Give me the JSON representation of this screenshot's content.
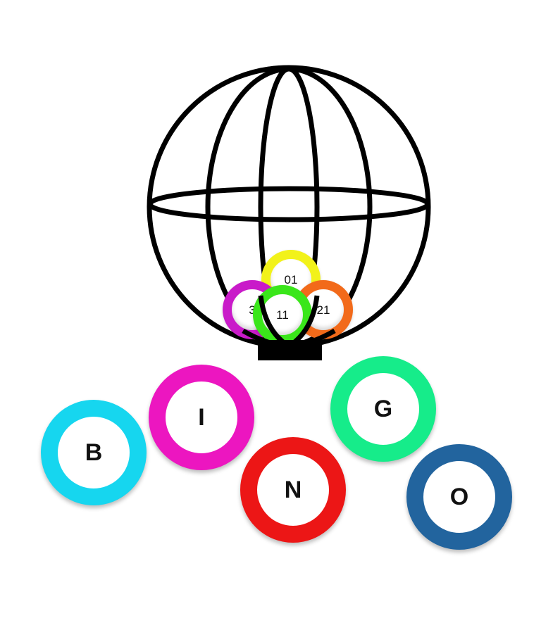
{
  "cage": {
    "stroke_color": "#000000"
  },
  "cage_balls": [
    {
      "label": "01",
      "color": "#f2f21a"
    },
    {
      "label": "3",
      "color": "#c91ac9"
    },
    {
      "label": "21",
      "color": "#f26a1a"
    },
    {
      "label": "11",
      "color": "#3ae61a"
    }
  ],
  "bingo_balls": [
    {
      "letter": "B",
      "color": "#16d6ef"
    },
    {
      "letter": "I",
      "color": "#ec16c0"
    },
    {
      "letter": "N",
      "color": "#ec1616"
    },
    {
      "letter": "G",
      "color": "#16ec8a"
    },
    {
      "letter": "O",
      "color": "#22649e"
    }
  ]
}
